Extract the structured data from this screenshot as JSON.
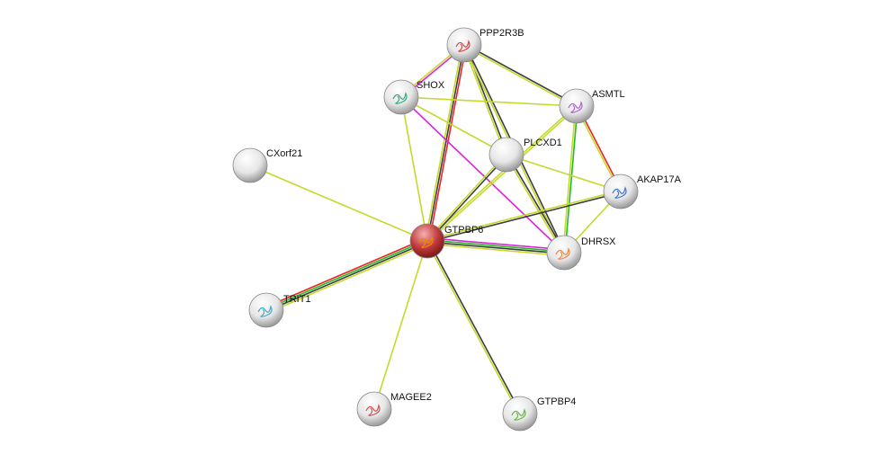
{
  "nodes": [
    {
      "id": "PPP2R3B",
      "label": "PPP2R3B",
      "color": "#e8e8e8",
      "structure": "#d44"
    },
    {
      "id": "SHOX",
      "label": "SHOX",
      "color": "#e8e8e8",
      "structure": "#3a8"
    },
    {
      "id": "ASMTL",
      "label": "ASMTL",
      "color": "#e8e8e8",
      "structure": "#a6c"
    },
    {
      "id": "PLCXD1",
      "label": "PLCXD1",
      "color": "#e8e8e8",
      "structure": ""
    },
    {
      "id": "CXorf21",
      "label": "CXorf21",
      "color": "#e8e8e8",
      "structure": ""
    },
    {
      "id": "AKAP17A",
      "label": "AKAP17A",
      "color": "#e8e8e8",
      "structure": "#47c"
    },
    {
      "id": "GTPBP6",
      "label": "GTPBP6",
      "color": "#c0393b",
      "structure": "#e80"
    },
    {
      "id": "DHRSX",
      "label": "DHRSX",
      "color": "#e8e8e8",
      "structure": "#e84"
    },
    {
      "id": "TRIT1",
      "label": "TRIT1",
      "color": "#e8e8e8",
      "structure": "#4ac"
    },
    {
      "id": "MAGEE2",
      "label": "MAGEE2",
      "color": "#e8e8e8",
      "structure": "#c55"
    },
    {
      "id": "GTPBP4",
      "label": "GTPBP4",
      "color": "#e8e8e8",
      "structure": "#6b4"
    }
  ],
  "evidence_colors": {
    "yg": "#c6d92a",
    "dark": "#3d3d3d",
    "red": "#ee2222",
    "green": "#22bb22",
    "magenta": "#dd22dd"
  },
  "edges": [
    {
      "a": "PPP2R3B",
      "b": "SHOX",
      "types": [
        "magenta",
        "yg"
      ]
    },
    {
      "a": "PPP2R3B",
      "b": "GTPBP6",
      "types": [
        "red",
        "dark",
        "yg"
      ]
    },
    {
      "a": "PPP2R3B",
      "b": "PLCXD1",
      "types": [
        "dark",
        "yg"
      ]
    },
    {
      "a": "PPP2R3B",
      "b": "ASMTL",
      "types": [
        "dark",
        "yg"
      ]
    },
    {
      "a": "PPP2R3B",
      "b": "DHRSX",
      "types": [
        "dark",
        "yg"
      ]
    },
    {
      "a": "SHOX",
      "b": "ASMTL",
      "types": [
        "yg"
      ]
    },
    {
      "a": "SHOX",
      "b": "PLCXD1",
      "types": [
        "yg"
      ]
    },
    {
      "a": "SHOX",
      "b": "DHRSX",
      "types": [
        "magenta"
      ]
    },
    {
      "a": "SHOX",
      "b": "GTPBP6",
      "types": [
        "yg"
      ]
    },
    {
      "a": "ASMTL",
      "b": "GTPBP6",
      "types": [
        "yg",
        "yg"
      ]
    },
    {
      "a": "ASMTL",
      "b": "DHRSX",
      "types": [
        "green",
        "yg"
      ]
    },
    {
      "a": "ASMTL",
      "b": "AKAP17A",
      "types": [
        "red",
        "yg"
      ]
    },
    {
      "a": "PLCXD1",
      "b": "GTPBP6",
      "types": [
        "dark",
        "yg"
      ]
    },
    {
      "a": "PLCXD1",
      "b": "DHRSX",
      "types": [
        "dark",
        "yg"
      ]
    },
    {
      "a": "PLCXD1",
      "b": "AKAP17A",
      "types": [
        "yg"
      ]
    },
    {
      "a": "AKAP17A",
      "b": "GTPBP6",
      "types": [
        "dark",
        "yg"
      ]
    },
    {
      "a": "AKAP17A",
      "b": "DHRSX",
      "types": [
        "yg"
      ]
    },
    {
      "a": "GTPBP6",
      "b": "DHRSX",
      "types": [
        "magenta",
        "green",
        "dark",
        "yg"
      ]
    },
    {
      "a": "GTPBP6",
      "b": "CXorf21",
      "types": [
        "yg"
      ]
    },
    {
      "a": "GTPBP6",
      "b": "TRIT1",
      "types": [
        "yg",
        "dark",
        "green",
        "red"
      ]
    },
    {
      "a": "GTPBP6",
      "b": "MAGEE2",
      "types": [
        "yg"
      ]
    },
    {
      "a": "GTPBP6",
      "b": "GTPBP4",
      "types": [
        "dark",
        "yg"
      ]
    }
  ]
}
